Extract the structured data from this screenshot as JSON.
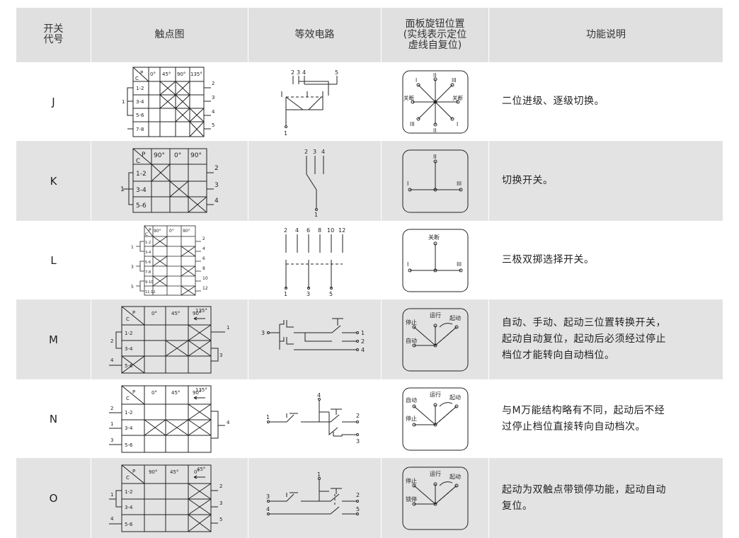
{
  "header": {
    "code": [
      "开关",
      "代号"
    ],
    "contact": "触点图",
    "equiv": "等效电路",
    "panel": [
      "面板旋钮位置",
      "(实线表示定位",
      "虚线自复位)"
    ],
    "func": "功能说明"
  },
  "rows": [
    {
      "code": "J",
      "contact": {
        "corner": [
          "P",
          "C"
        ],
        "cols": [
          "0°",
          "45°",
          "90°",
          "135°"
        ],
        "rows": [
          "1-2",
          "3-4",
          "5-6",
          "7-8"
        ],
        "terminals": [
          "2",
          "3",
          "4",
          "5"
        ],
        "common": "1"
      },
      "equiv": {
        "top": [
          "2",
          "3",
          "4",
          "5"
        ],
        "bottom": [
          "1"
        ]
      },
      "panel": {
        "labels": [
          "I",
          "II",
          "III",
          "关断",
          "关断",
          "III",
          "II",
          "I"
        ]
      },
      "func": [
        "二位进级、逐级切换。"
      ]
    },
    {
      "code": "K",
      "contact": {
        "corner": [
          "P",
          "C"
        ],
        "cols": [
          "90°",
          "0°",
          "90°"
        ],
        "rows": [
          "1-2",
          "3-4",
          "5-6"
        ],
        "terminals": [
          "2",
          "3",
          "4"
        ],
        "common": "1"
      },
      "equiv": {
        "top": [
          "2",
          "3",
          "4"
        ],
        "bottom": [
          "1"
        ]
      },
      "panel": {
        "labels": [
          "II",
          "I",
          "III"
        ]
      },
      "func": [
        "切换开关。"
      ]
    },
    {
      "code": "L",
      "contact": {
        "corner": [
          "P",
          "C"
        ],
        "cols": [
          "90°",
          "0°",
          "90°"
        ],
        "rows": [
          "1-2",
          "3-4",
          "5-6",
          "7-8",
          "9-10",
          "11-12"
        ],
        "terminals": [
          "2",
          "4",
          "6",
          "8",
          "10",
          "12"
        ],
        "commons": [
          "1",
          "3",
          "5"
        ]
      },
      "equiv": {
        "top": [
          "2",
          "4",
          "6",
          "8",
          "10",
          "12"
        ],
        "bottom": [
          "1",
          "3",
          "5"
        ]
      },
      "panel": {
        "labels": [
          "关断",
          "I",
          "III"
        ]
      },
      "func": [
        "三极双掷选择开关。"
      ]
    },
    {
      "code": "M",
      "contact": {
        "corner": [
          "P",
          "C"
        ],
        "cols": [
          "0°",
          "45°",
          "90°",
          "135°"
        ],
        "rows": [
          "1-2",
          "3-4",
          "5-6"
        ],
        "terminals": [
          "1",
          "3"
        ],
        "left": [
          "2",
          "4"
        ]
      },
      "equiv": {
        "left": "3",
        "right": [
          "1",
          "2",
          "4"
        ]
      },
      "panel": {
        "labels": [
          "停止",
          "运行",
          "起动",
          "自动"
        ]
      },
      "func": [
        "自动、手动、起动三位置转换开关，",
        "起动自动复位，起动后必须经过停止",
        "档位才能转向自动档位。"
      ]
    },
    {
      "code": "N",
      "contact": {
        "corner": [
          "P",
          "C"
        ],
        "cols": [
          "0°",
          "45°",
          "90°",
          "135°"
        ],
        "rows": [
          "1-2",
          "3-4",
          "5-6"
        ],
        "terminals": [
          "4"
        ],
        "left": [
          "2",
          "1",
          "3"
        ]
      },
      "equiv": {
        "top": "4",
        "left": "1",
        "right": [
          "2",
          "3"
        ]
      },
      "panel": {
        "labels": [
          "自动",
          "运行",
          "起动",
          "停止"
        ]
      },
      "func": [
        "与M万能结构略有不同，起动后不经",
        "过停止档位直接转向自动档次。"
      ]
    },
    {
      "code": "O",
      "contact": {
        "corner": [
          "P",
          "C"
        ],
        "cols": [
          "90°",
          "45°",
          "0°",
          "45°"
        ],
        "rows": [
          "1-2",
          "3-4",
          "5-6"
        ],
        "terminals": [
          "2",
          "3",
          "5"
        ],
        "left": [
          "1",
          "4"
        ]
      },
      "equiv": {
        "top": "1",
        "left": [
          "3",
          "4"
        ],
        "right": [
          "2",
          "5"
        ]
      },
      "panel": {
        "labels": [
          "停止",
          "运行",
          "起动",
          "锁停"
        ]
      },
      "func": [
        "起动为双触点带锁停功能，起动自动",
        "复位。"
      ]
    }
  ]
}
